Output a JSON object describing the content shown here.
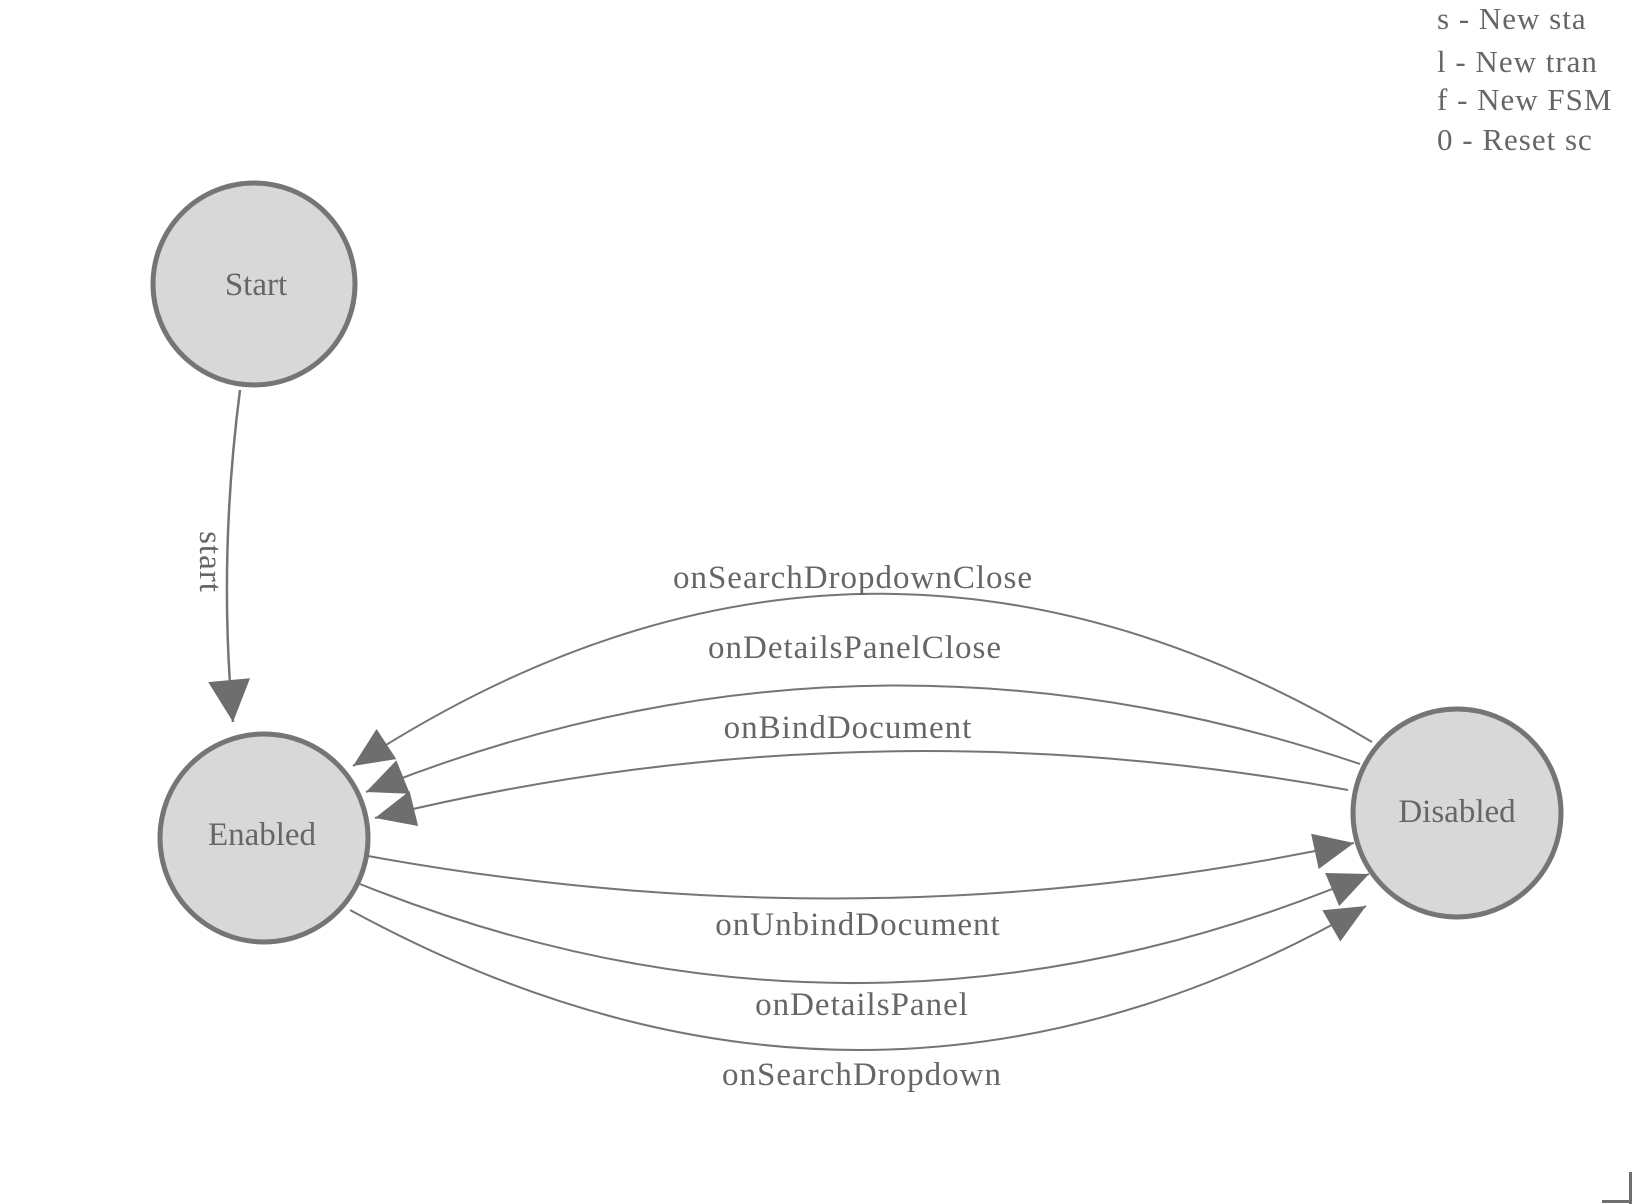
{
  "diagram": {
    "type": "finite-state-machine",
    "nodes": [
      {
        "id": "start",
        "label": "Start"
      },
      {
        "id": "enabled",
        "label": "Enabled"
      },
      {
        "id": "disabled",
        "label": "Disabled"
      }
    ],
    "edges": [
      {
        "label": "start",
        "from": "Start",
        "to": "Enabled"
      },
      {
        "label": "onSearchDropdownClose",
        "from": "Disabled",
        "to": "Enabled"
      },
      {
        "label": "onDetailsPanelClose",
        "from": "Disabled",
        "to": "Enabled"
      },
      {
        "label": "onBindDocument",
        "from": "Disabled",
        "to": "Enabled"
      },
      {
        "label": "onUnbindDocument",
        "from": "Enabled",
        "to": "Disabled"
      },
      {
        "label": "onDetailsPanel",
        "from": "Enabled",
        "to": "Disabled"
      },
      {
        "label": "onSearchDropdown",
        "from": "Enabled",
        "to": "Disabled"
      }
    ]
  },
  "legend": {
    "lines": [
      "s - New sta",
      "l - New tran",
      "f - New FSM",
      "0 - Reset sc"
    ]
  },
  "colors": {
    "node_fill": "#d8d8d8",
    "node_stroke": "#757575",
    "edge_stroke": "#757575",
    "arrow_fill": "#6e6e6e",
    "text": "#666666",
    "corner_mark": "#6e6e6e"
  }
}
